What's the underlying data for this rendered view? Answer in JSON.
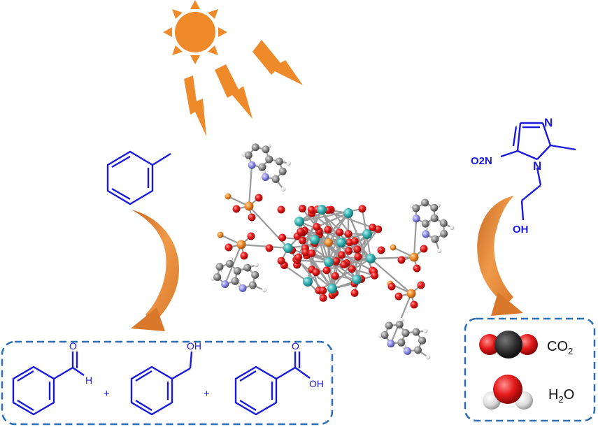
{
  "colors": {
    "sun": "#ef8a2b",
    "molecule_blue": "#1a1adf",
    "box_border": "#2a6fb4",
    "oxygen": "#e51a1a",
    "metal": "#36b3b3",
    "phosphorus": "#ef8a2b",
    "carbon": "#8e8e8e",
    "nitrogen": "#8f8fe6",
    "arrow": "#d9782a"
  },
  "reactant_left": {
    "icon": "toluene-structure"
  },
  "reactant_right": {
    "icon": "metronidazole-structure",
    "labels": {
      "n_top": "N",
      "n_ring": "N",
      "nitro": "O2N",
      "hydroxyl": "OH"
    }
  },
  "products_left": {
    "benzaldehyde": {
      "o": "O",
      "h": "H"
    },
    "plus_1": "+",
    "benzyl_alcohol": {
      "oh": "OH"
    },
    "plus_2": "+",
    "benzoic_acid": {
      "o": "O",
      "oh": "OH"
    }
  },
  "products_right": {
    "co2": {
      "label_main": "CO",
      "label_sub": "2"
    },
    "h2o": {
      "label_pre": "H",
      "label_sub": "2",
      "label_post": "O"
    }
  }
}
